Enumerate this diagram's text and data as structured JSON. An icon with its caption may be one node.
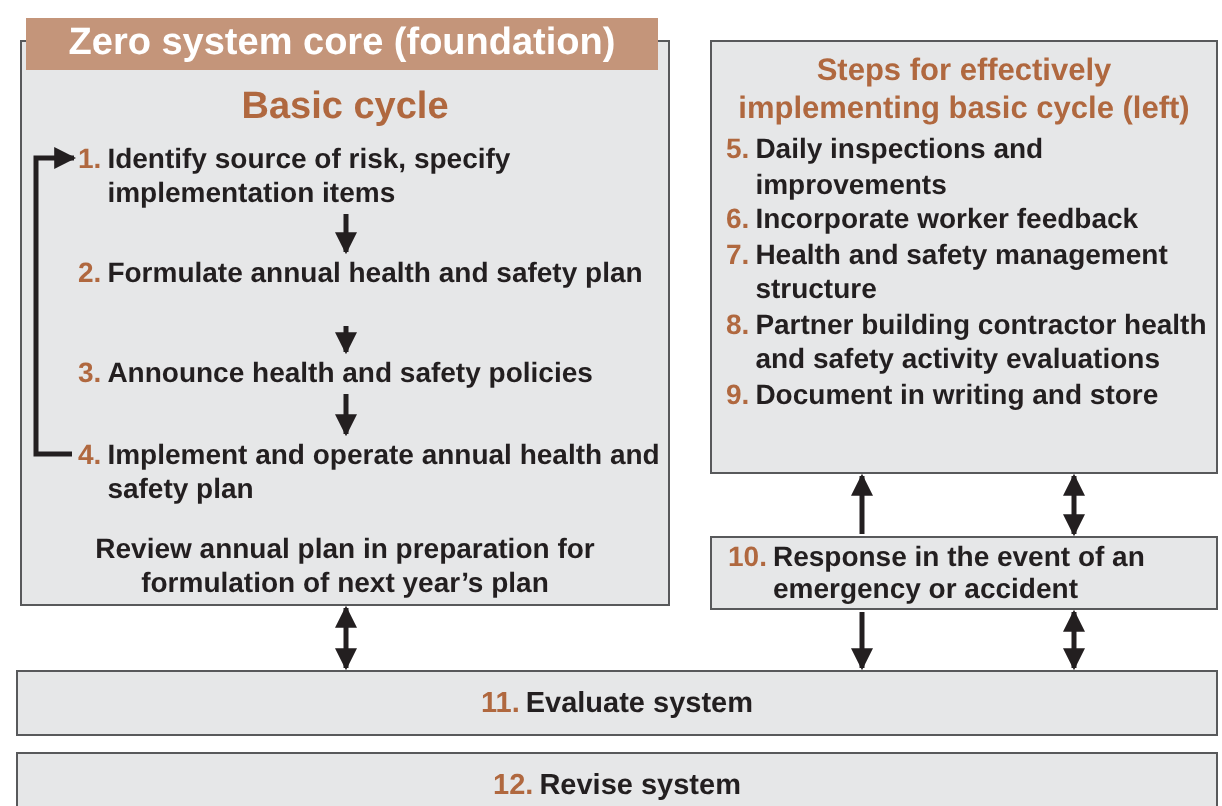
{
  "diagram": {
    "nodes": [
      {
        "text": [
          "Zero system core (foundation)",
          "Basic cycle",
          "Review annual plan in preparation for formulation of next year’s plan"
        ]
      },
      {
        "text": [
          "1.",
          "Identify source of risk, specify implementation items"
        ],
        "in": 0
      },
      {
        "text": [
          "2.",
          "Formulate annual health and safety plan"
        ],
        "in": 0
      },
      {
        "text": [
          "3.",
          "Announce health and safety policies"
        ],
        "in": 0
      },
      {
        "text": [
          "4.",
          "Implement and operate annual health and safety plan"
        ],
        "in": 0
      },
      {
        "text": [
          "Steps for effectively implementing basic cycle (left)",
          "5.",
          "Daily inspections and improvements",
          "6.",
          "Incorporate worker feedback",
          "7.",
          "Health and safety management structure",
          "8.",
          "Partner building contractor health and safety activity evaluations",
          "9.",
          "Document in writing and store"
        ]
      },
      {
        "text": [
          "10.",
          "Response in the event of an emergency or accident"
        ]
      },
      {
        "text": [
          "11.",
          "Evaluate system"
        ]
      },
      {
        "text": [
          "12.",
          "Revise system"
        ]
      }
    ],
    "edges": [
      {
        "from": 1,
        "to": 2,
        "arrow": "to"
      },
      {
        "from": 2,
        "to": 3,
        "arrow": "to"
      },
      {
        "from": 3,
        "to": 4,
        "arrow": "to"
      },
      {
        "from": 4,
        "to": 1,
        "arrow": "to"
      },
      {
        "from": 0,
        "to": 7,
        "arrow": "both"
      },
      {
        "from": 6,
        "to": 5,
        "arrow": "to"
      },
      {
        "from": 6,
        "to": 5,
        "arrow": "both"
      },
      {
        "from": 6,
        "to": 7,
        "arrow": "to"
      },
      {
        "from": 6,
        "to": 7,
        "arrow": "both"
      }
    ]
  }
}
